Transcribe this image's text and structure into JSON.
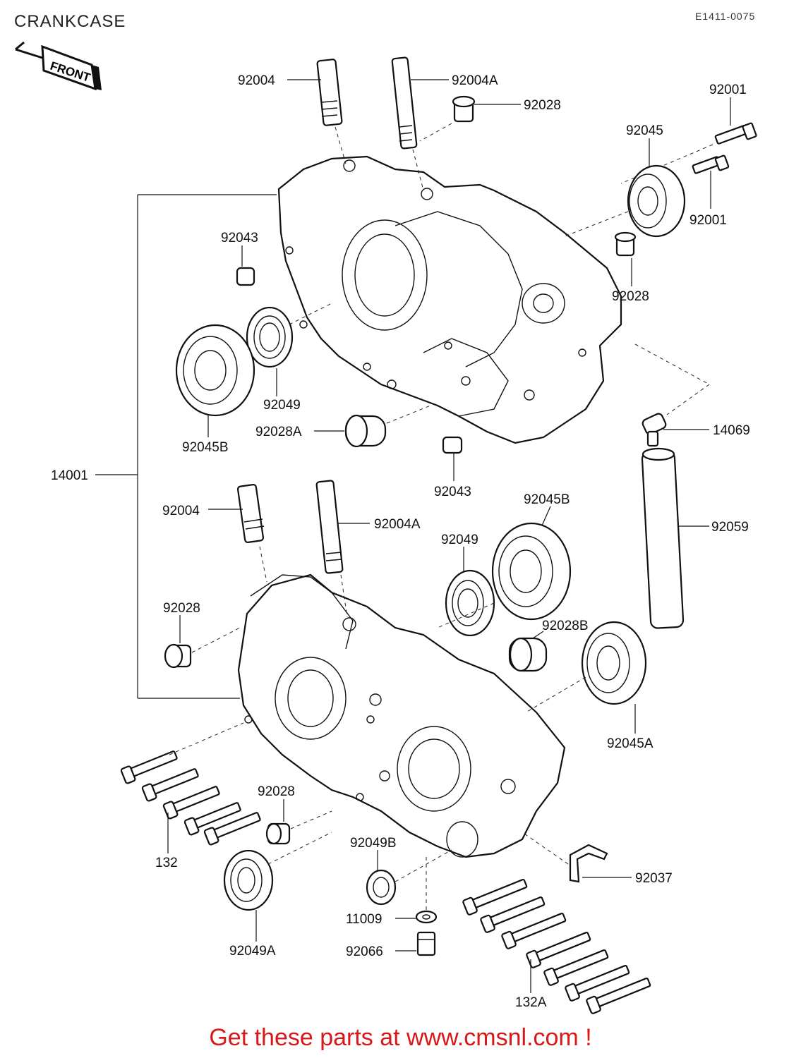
{
  "header": {
    "title": "CRANKCASE",
    "code": "E1411-0075",
    "front_label": "FRONT"
  },
  "labels": {
    "p92004_top": "92004",
    "p92004A_top": "92004A",
    "p92028_top": "92028",
    "p92001_top": "92001",
    "p92045": "92045",
    "p92001_mid": "92001",
    "p92043_top": "92043",
    "p92028_right": "92028",
    "p92049_top": "92049",
    "p92028A": "92028A",
    "p92045B_left": "92045B",
    "p14069": "14069",
    "p14001": "14001",
    "p92043_mid": "92043",
    "p92004_bot": "92004",
    "p92004A_bot": "92004A",
    "p92045B_right": "92045B",
    "p92049_mid": "92049",
    "p92059": "92059",
    "p92028_left": "92028",
    "p92028B": "92028B",
    "p92045A": "92045A",
    "p92028_low": "92028",
    "p132": "132",
    "p92049B": "92049B",
    "p92037": "92037",
    "p11009": "11009",
    "p92049A": "92049A",
    "p92066": "92066",
    "p132A": "132A"
  },
  "footer": {
    "link_text": "Get these parts at www.cmsnl.com !"
  },
  "icons": [
    "front-arrow-icon"
  ]
}
